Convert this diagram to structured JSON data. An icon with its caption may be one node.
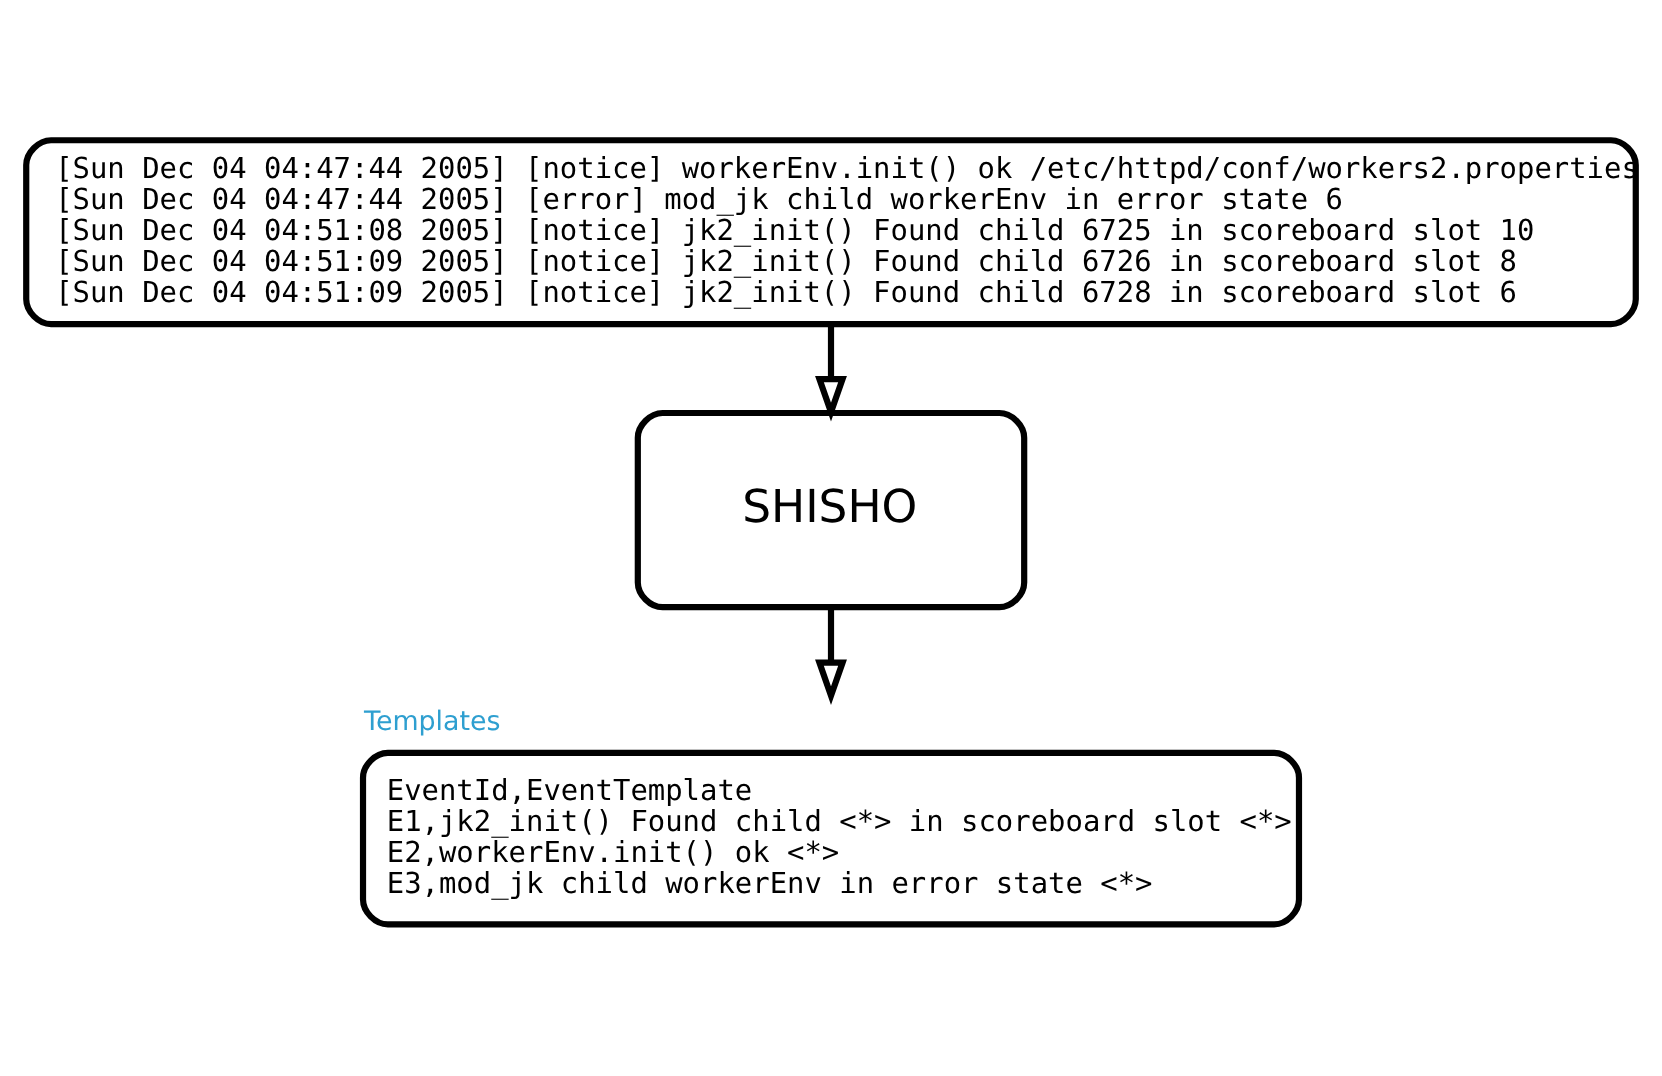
{
  "diagram": {
    "nodes": [
      {
        "text": [
          "[Sun Dec 04 04:47:44 2005] [notice] workerEnv.init() ok /etc/httpd/conf/workers2.properties",
          "[Sun Dec 04 04:47:44 2005] [error] mod_jk child workerEnv in error state 6",
          "[Sun Dec 04 04:51:08 2005] [notice] jk2_init() Found child 6725 in scoreboard slot 10",
          "[Sun Dec 04 04:51:09 2005] [notice] jk2_init() Found child 6726 in scoreboard slot 8",
          "[Sun Dec 04 04:51:09 2005] [notice] jk2_init() Found child 6728 in scoreboard slot 6"
        ]
      },
      {
        "text": [
          "SHISHO"
        ]
      },
      {
        "text": [
          "Templates",
          "EventId,EventTemplate",
          "E1,jk2_init() Found child <*> in scoreboard slot <*>",
          "E2,workerEnv.init() ok <*>",
          "E3,mod_jk child workerEnv in error state <*>"
        ]
      }
    ],
    "edges": [
      {
        "from": 0,
        "to": 1,
        "arrow": "to"
      },
      {
        "from": 1,
        "to": 2,
        "arrow": "to"
      }
    ]
  }
}
